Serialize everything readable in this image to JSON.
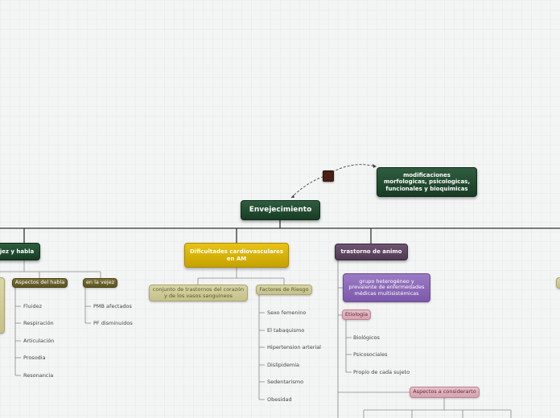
{
  "central": "Envejecimiento",
  "floating": "modificaciones morfologicas, psicologicas, funcionales y bioquimicas",
  "branches": {
    "voice": {
      "title": "jez y habla",
      "aspects": {
        "label": "Aspectos del habla",
        "items": [
          "Fluidez",
          "Respiración",
          "Articulación",
          "Prosodia",
          "Resonancia"
        ]
      },
      "old_age": {
        "label": "en la vejez",
        "items": [
          "PMB afectados",
          "PF disminuidos"
        ]
      }
    },
    "cardio": {
      "title": "Dificultades cardiovasculares en AM",
      "definition": "conjunto de trastornos del corazón y de los vasos sanguineos",
      "risk": {
        "label": "Factores de Riesgo",
        "items": [
          "Sexo femenino",
          "El tabaquismo",
          "Hipertension arterial",
          "Dislipidemia",
          "Sedentarismo",
          "Obesidad"
        ]
      }
    },
    "mood": {
      "title": "trastorno de animo",
      "group": "grupo heterogéneo y prevalente de enfermedades médicas multisistémicas",
      "etiology": {
        "label": "Etiologia",
        "items": [
          "Biológicos",
          "Psicosociales",
          "Propio de cada sujeto"
        ]
      },
      "considerations": "Aspectos a considerarto"
    }
  },
  "colors": {
    "central": "#1f4a2e",
    "cardio": "#d8b50a",
    "mood": "#5f4963",
    "mood_group": "#8b69b8",
    "etiology": "#dcaab6",
    "aspects": "#6b6330",
    "definition": "#cfcb98",
    "connector": "#3b3b3b"
  }
}
